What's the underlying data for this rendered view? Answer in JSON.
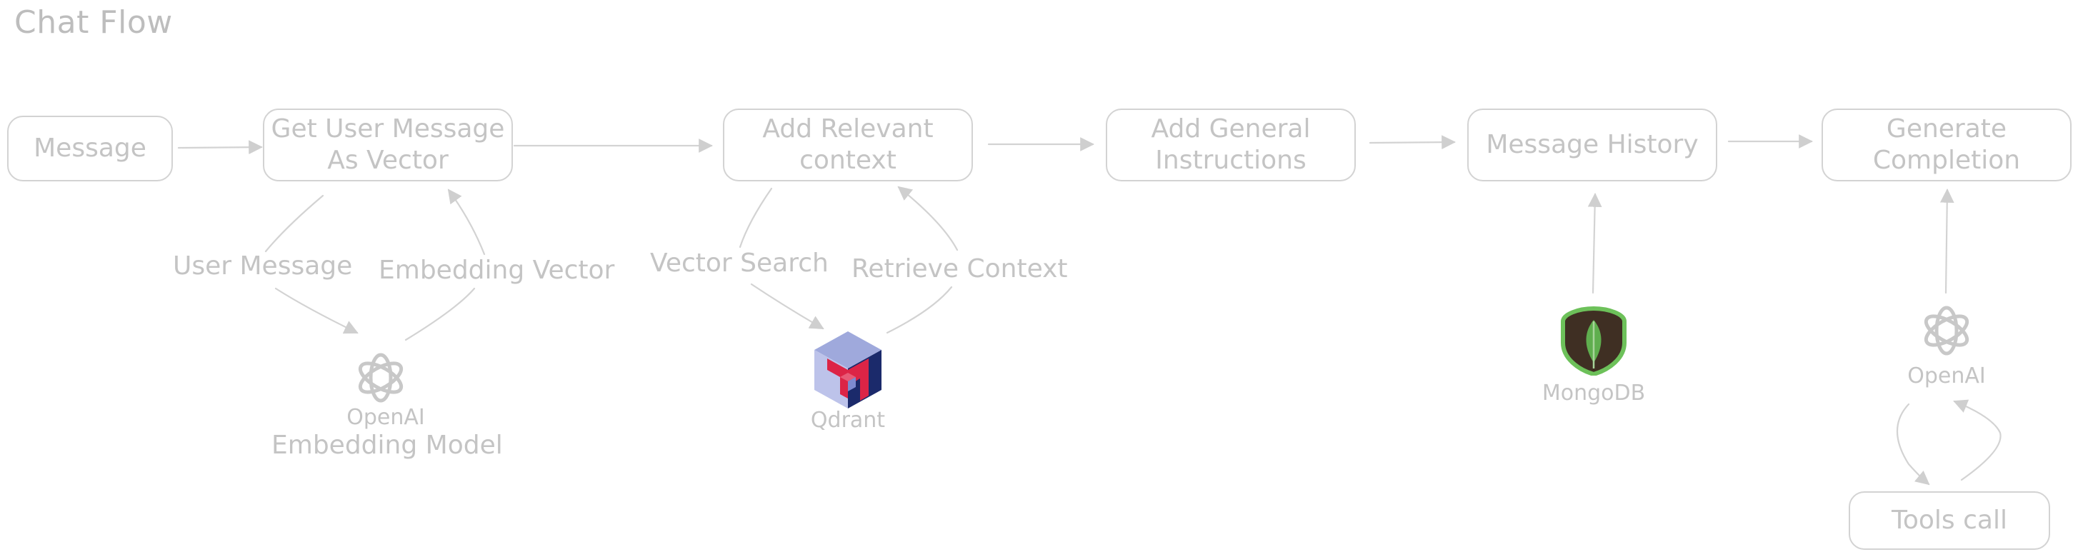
{
  "title": "Chat Flow",
  "nodes": {
    "message": "Message",
    "user_vector": "Get User Message\nAs Vector",
    "relevant_context": "Add Relevant\ncontext",
    "general_instructions": "Add General\nInstructions",
    "message_history": "Message History",
    "generate_completion": "Generate\nCompletion",
    "tools_call": "Tools call"
  },
  "edge_labels": {
    "user_message": "User Message",
    "embedding_vector": "Embedding Vector",
    "vector_search": "Vector Search",
    "retrieve_context": "Retrieve Context"
  },
  "logos": {
    "openai_embedding": {
      "line1": "OpenAI",
      "line2": "Embedding Model",
      "icon": "openai-icon"
    },
    "qdrant": {
      "label": "Qdrant",
      "icon": "qdrant-icon"
    },
    "mongodb": {
      "label": "MongoDB",
      "icon": "mongodb-leaf-icon"
    },
    "openai": {
      "label": "OpenAI",
      "icon": "openai-icon"
    }
  },
  "colors": {
    "stroke": "#d3d3d3",
    "text": "#c4c4c4",
    "mongodb_green": "#5fae4e",
    "mongodb_dark": "#3f2f23",
    "qdrant_red": "#dc2446",
    "qdrant_navy": "#1b2a6b",
    "qdrant_lavender": "#9fa9dc"
  }
}
